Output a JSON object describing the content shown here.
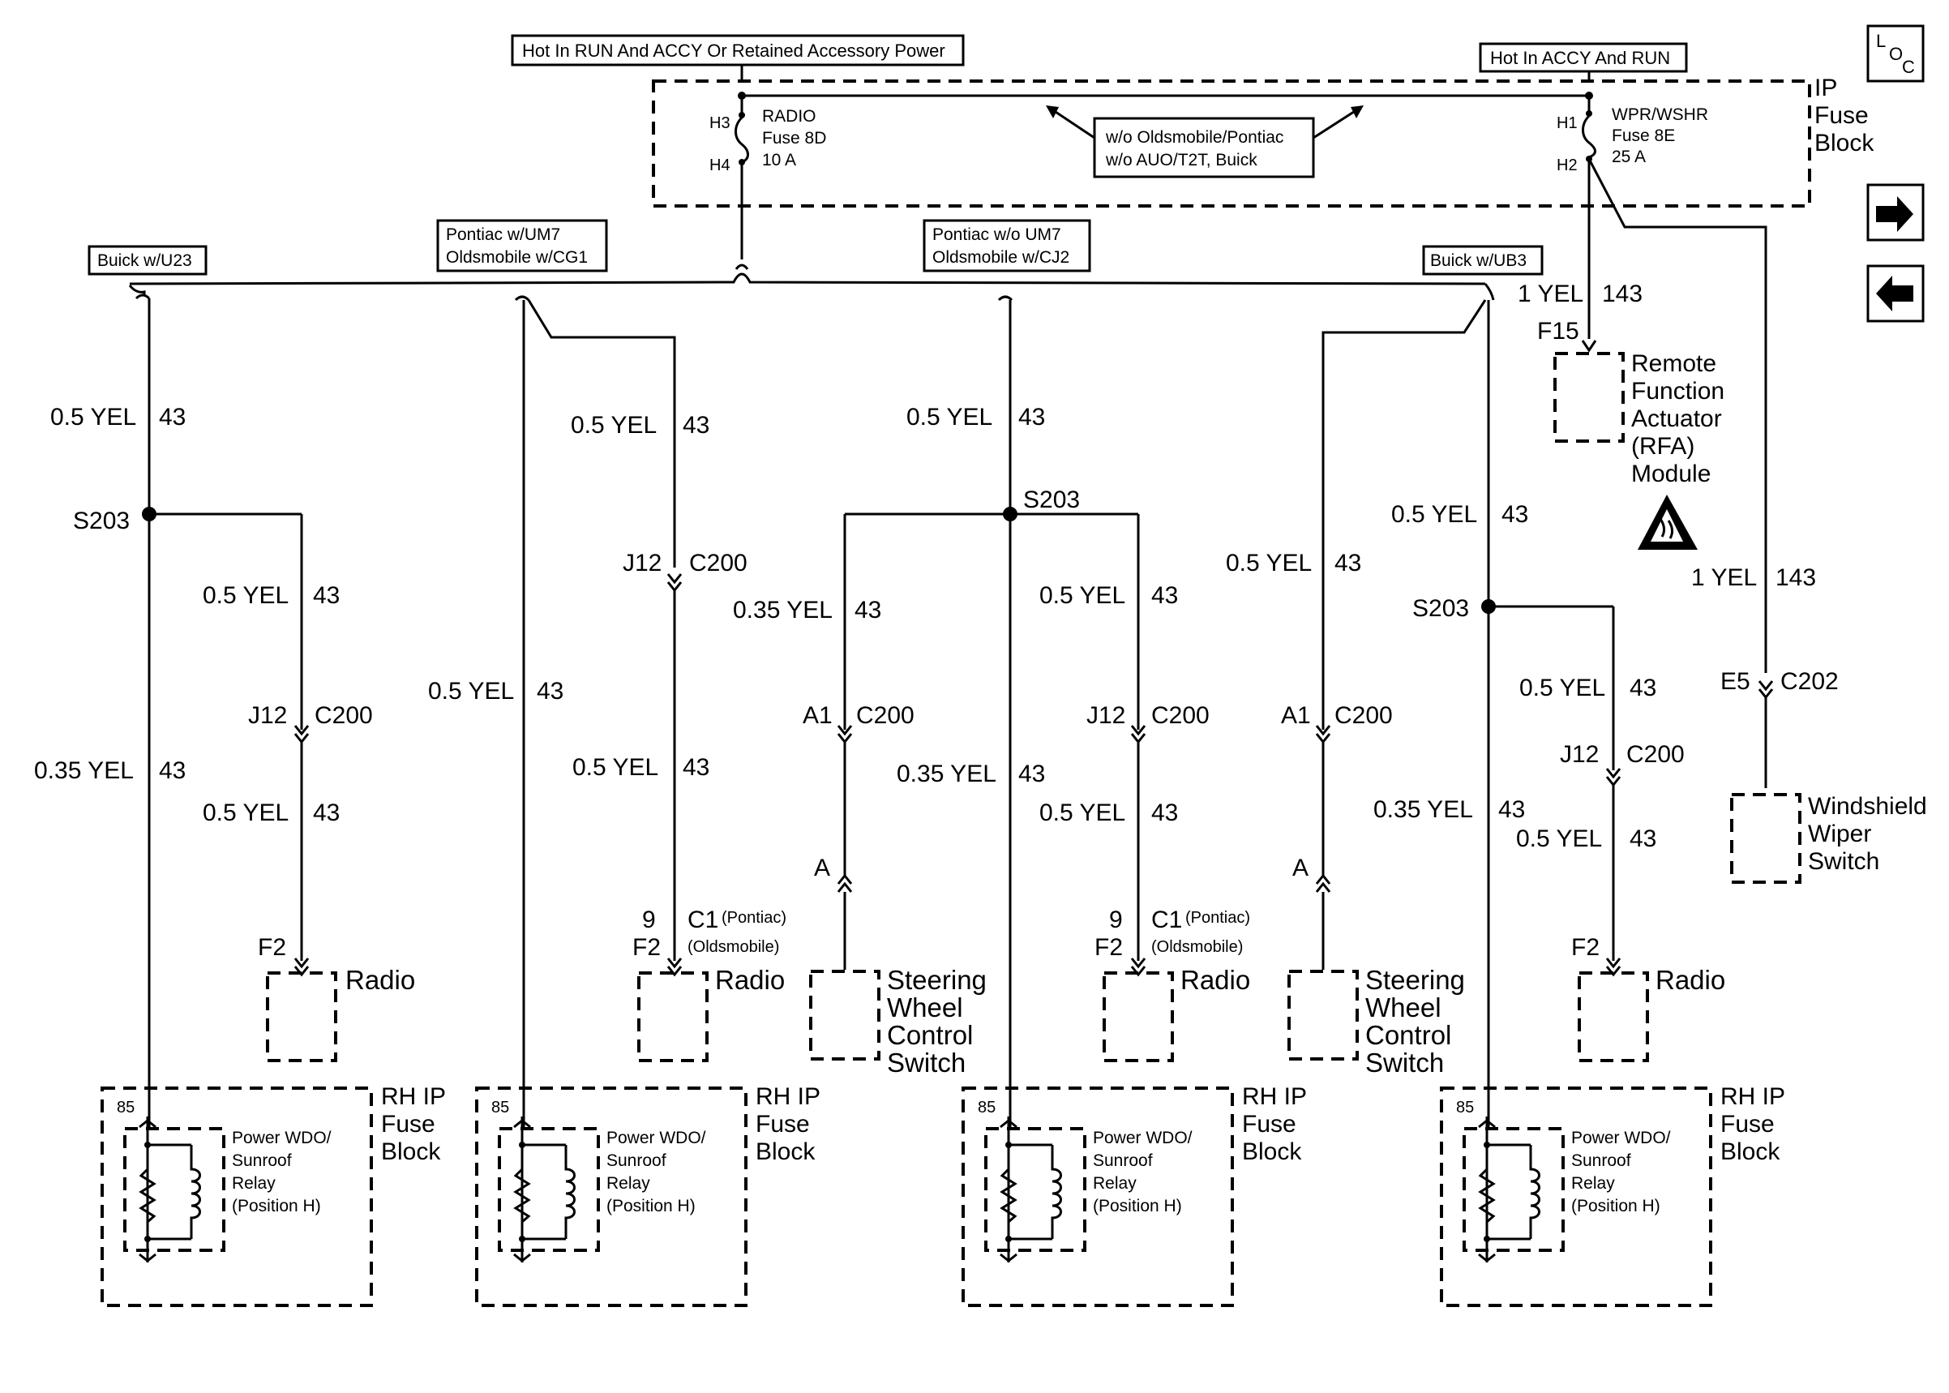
{
  "power": {
    "run_accy": "Hot In RUN And ACCY Or Retained Accessory Power",
    "accy_run": "Hot In ACCY And RUN"
  },
  "fuse_block": {
    "title_1": "IP",
    "title_2": "Fuse",
    "title_3": "Block",
    "radio_fuse": {
      "h_top": "H3",
      "h_bot": "H4",
      "name": "RADIO",
      "fuse": "Fuse 8D",
      "rating": "10 A"
    },
    "wpr_fuse": {
      "h_top": "H1",
      "h_bot": "H2",
      "name": "WPR/WSHR",
      "fuse": "Fuse 8E",
      "rating": "25 A"
    },
    "option_1": "w/o Oldsmobile/Pontiac",
    "option_2": "w/o AUO/T2T, Buick"
  },
  "variants": {
    "v1": "Buick w/U23",
    "v2a": "Pontiac w/UM7",
    "v2b": "Oldsmobile w/CG1",
    "v3a": "Pontiac w/o UM7",
    "v3b": "Oldsmobile w/CJ2",
    "v4": "Buick w/UB3"
  },
  "wires": {
    "w05": "0.5 YEL",
    "w035": "0.35 YEL",
    "w1": "1 YEL",
    "c43": "43",
    "c143": "143"
  },
  "labels": {
    "splice": "S203",
    "j12": "J12",
    "c200": "C200",
    "a1": "A1",
    "a": "A",
    "f2": "F2",
    "f15": "F15",
    "e5": "E5",
    "c202": "C202",
    "pin9": "9",
    "c1": "C1",
    "pontiac": "(Pontiac)",
    "oldsmobile": "(Oldsmobile)",
    "pin85": "85"
  },
  "components": {
    "radio": "Radio",
    "swc_1": "Steering",
    "swc_2": "Wheel",
    "swc_3": "Control",
    "swc_4": "Switch",
    "rfa_1": "Remote",
    "rfa_2": "Function",
    "rfa_3": "Actuator",
    "rfa_4": "(RFA)",
    "rfa_5": "Module",
    "wws_1": "Windshield",
    "wws_2": "Wiper",
    "wws_3": "Switch",
    "rh_1": "RH IP",
    "rh_2": "Fuse",
    "rh_3": "Block",
    "relay_1": "Power WDO/",
    "relay_2": "Sunroof",
    "relay_3": "Relay",
    "relay_4": "(Position H)"
  },
  "loc": {
    "l": "L",
    "o": "O",
    "c": "C"
  }
}
